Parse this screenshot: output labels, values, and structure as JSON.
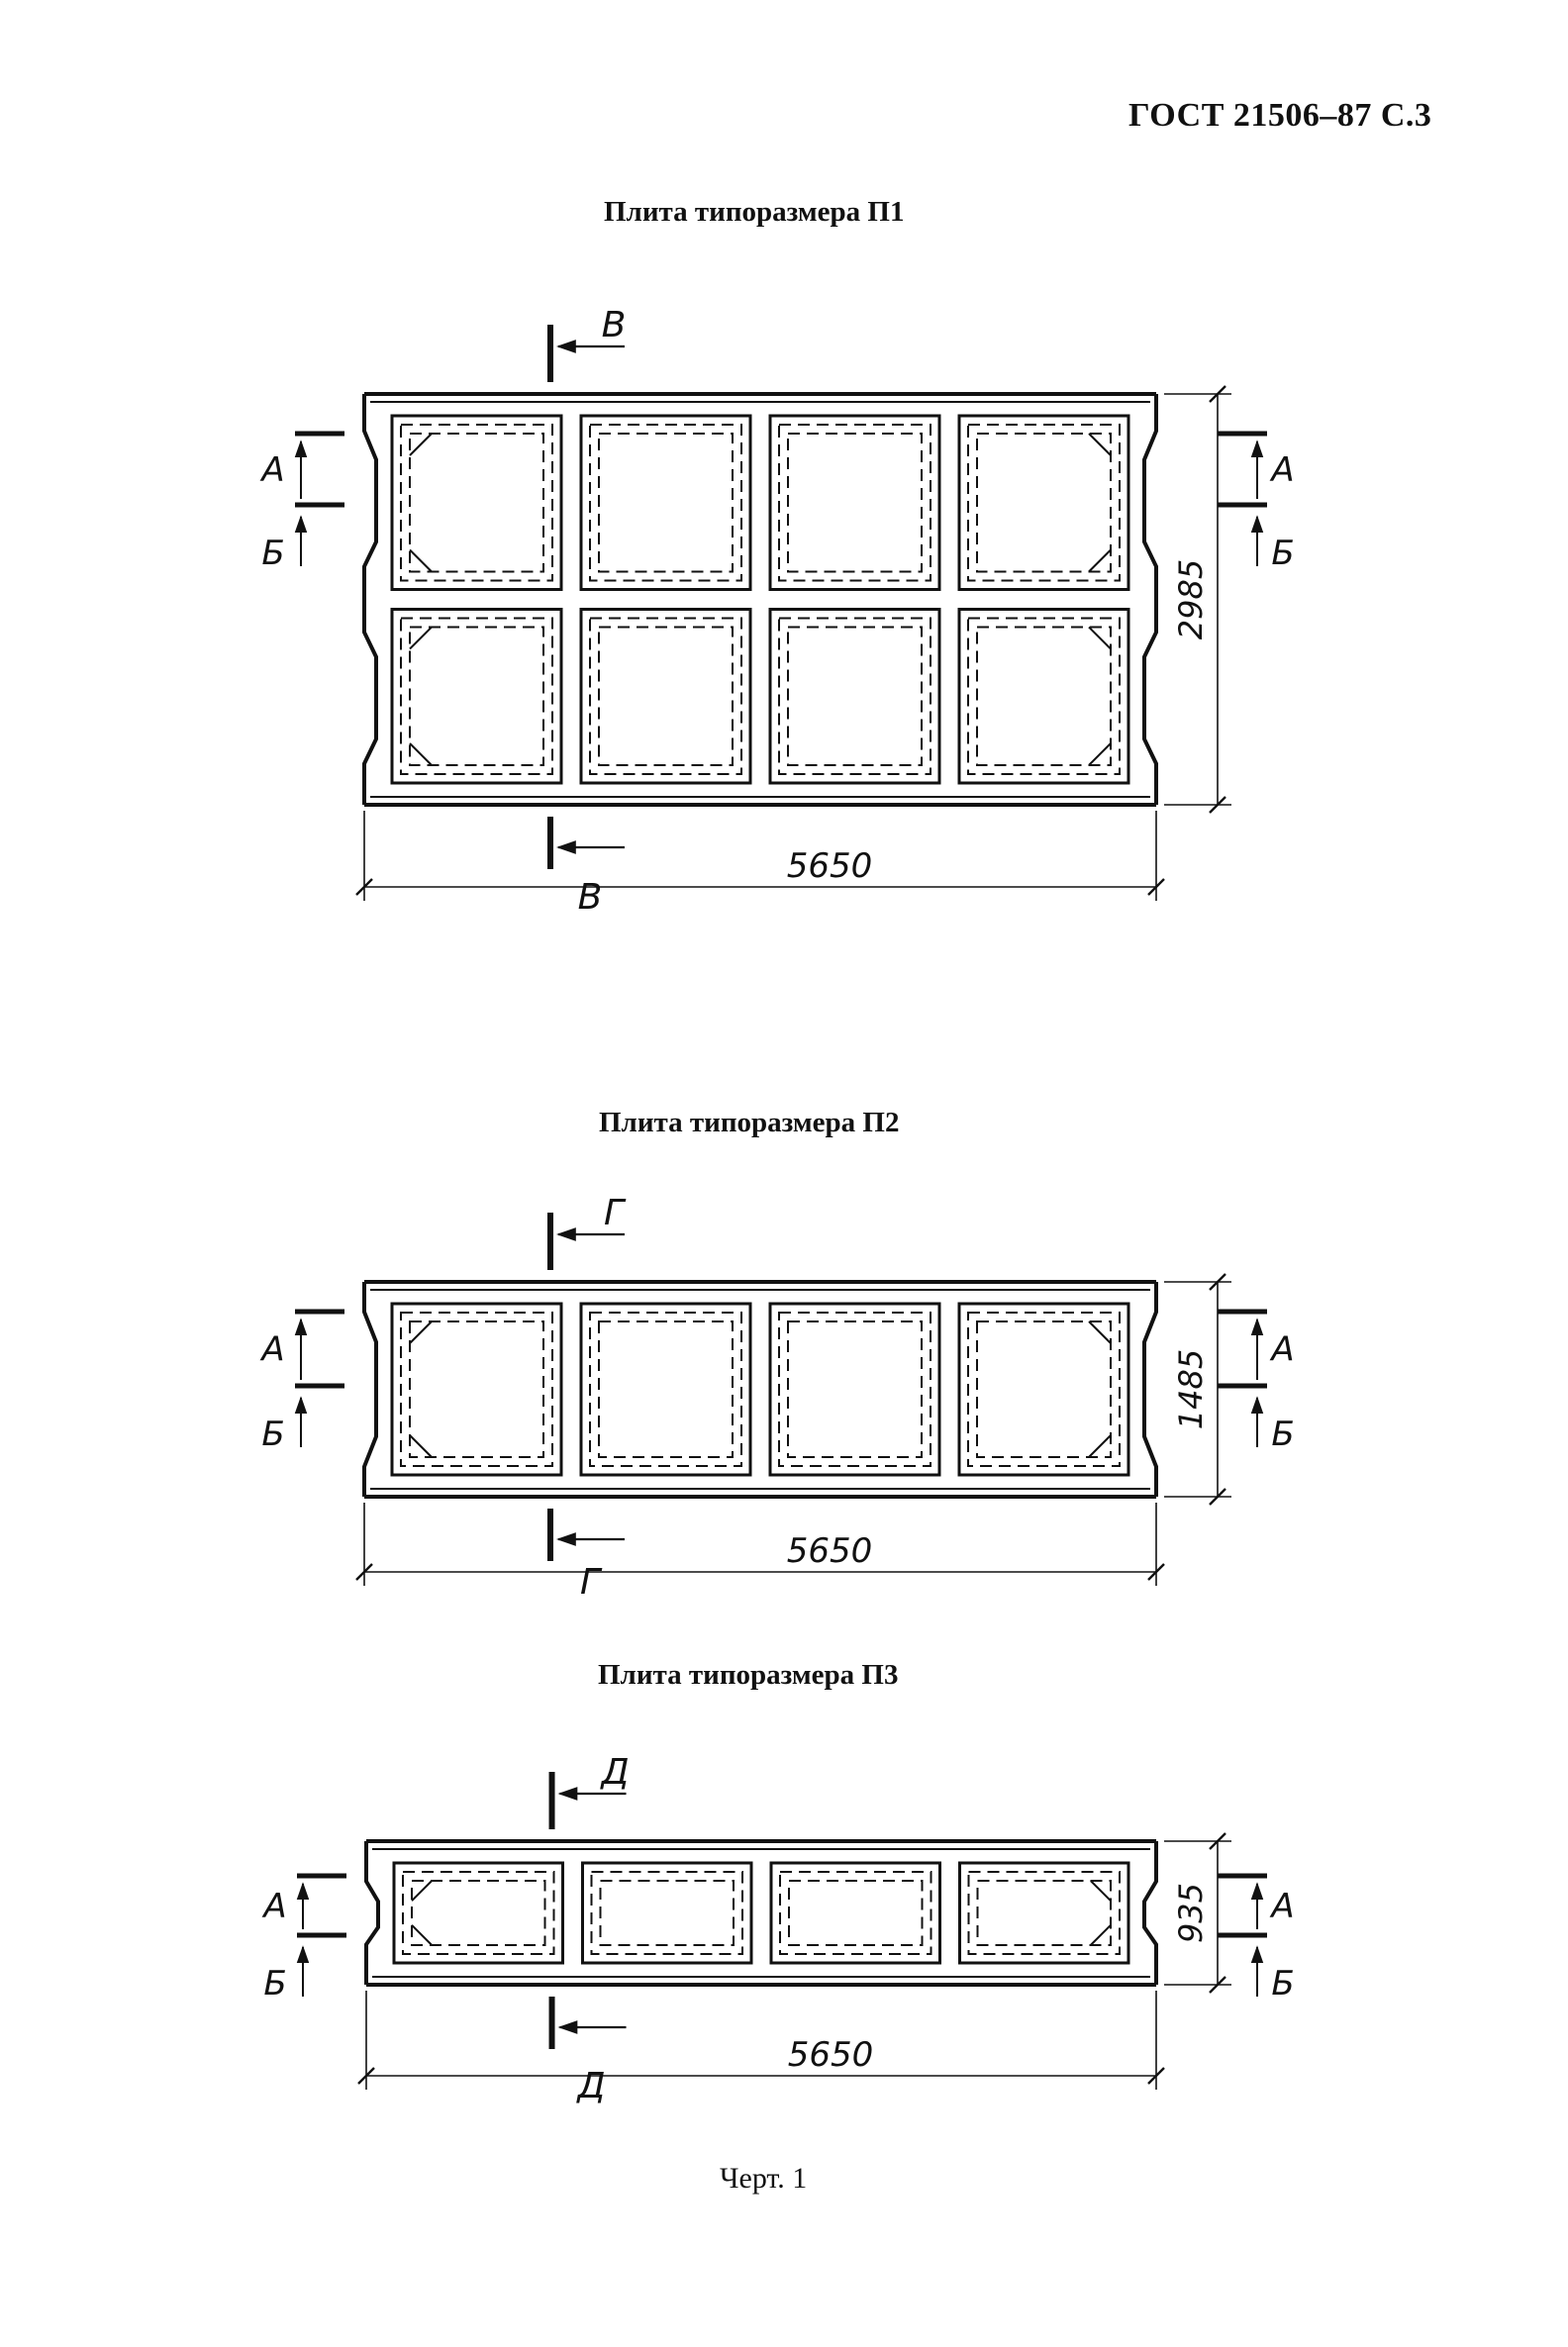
{
  "header": {
    "doc_ref": "ГОСТ 21506–87 С.3"
  },
  "plates": [
    {
      "title": "Плита типоразмера  П1",
      "length_dim": "5650",
      "height_dim": "2985",
      "section_mark": "В",
      "section_a": "А",
      "section_b": "Б",
      "rows": 2,
      "cols": 4
    },
    {
      "title": "Плита типоразмера  П2",
      "length_dim": "5650",
      "height_dim": "1485",
      "section_mark": "Г",
      "section_a": "А",
      "section_b": "Б",
      "rows": 1,
      "cols": 4
    },
    {
      "title": "Плита типоразмера  П3",
      "length_dim": "5650",
      "height_dim": "935",
      "section_mark": "Д",
      "section_a": "А",
      "section_b": "Б",
      "rows": 1,
      "cols": 4
    }
  ],
  "caption": "Черт. 1"
}
